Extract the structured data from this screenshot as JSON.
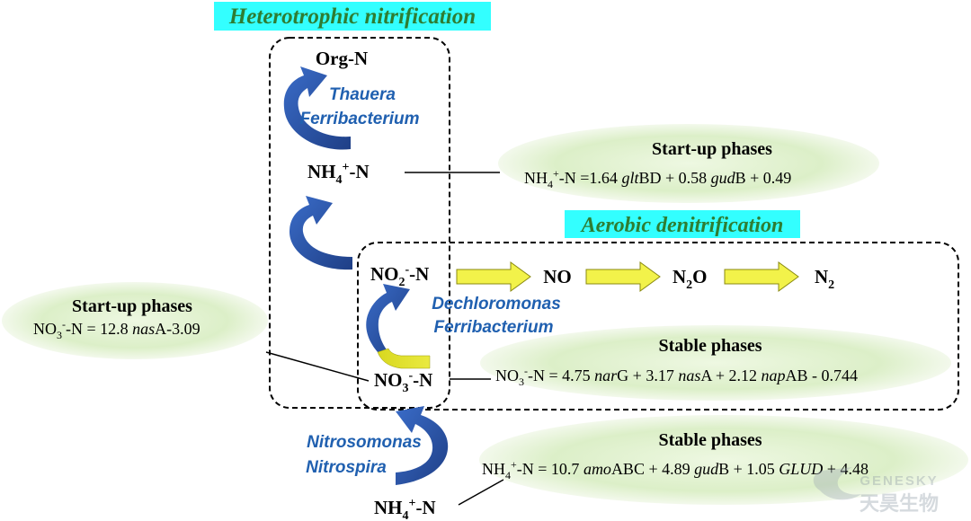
{
  "titles": {
    "heterotrophic": "Heterotrophic nitrification",
    "aerobic": "Aerobic denitrification"
  },
  "species": {
    "org_n": "Org-N",
    "nh4_main_base": "NH",
    "nh4_sub": "4",
    "nh4_sup": "+",
    "nh4_tail": "-N",
    "no2_base": "NO",
    "no2_sub": "2",
    "no2_sup": "-",
    "no2_tail": "-N",
    "no3_base": "NO",
    "no3_sub": "3",
    "no3_sup": "-",
    "no3_tail": "-N",
    "no": "NO",
    "n2o_base": "N",
    "n2o_sub": "2",
    "n2o_tail": "O",
    "n2_base": "N",
    "n2_sub": "2"
  },
  "bacteria": {
    "thauera": "Thauera",
    "ferribacterium": "Ferribacterium",
    "dechloromonas": "Dechloromonas",
    "nitrosomonas": "Nitrosomonas",
    "nitrospira": "Nitrospira"
  },
  "equations": {
    "startup_nh4": {
      "label": "Start-up phases",
      "p1": "NH",
      "p2": "4",
      "p3": "+",
      "p4": "-N =1.64 ",
      "p5": "glt",
      "p6": "BD + 0.58 ",
      "p7": "gud",
      "p8": "B + 0.49"
    },
    "startup_no3": {
      "label": "Start-up phases",
      "p1": "NO",
      "p2": "3",
      "p3": "-",
      "p4": "-N = 12.8 ",
      "p5": "nas",
      "p6": "A-3.09"
    },
    "stable_no3": {
      "label": "Stable phases",
      "p1": "NO",
      "p2": "3",
      "p3": "-",
      "p4": "-N = 4.75 ",
      "p5": "nar",
      "p6": "G + 3.17 ",
      "p7": "nas",
      "p8": "A + 2.12 ",
      "p9": "nap",
      "p10": "AB - 0.744"
    },
    "stable_nh4": {
      "label": "Stable phases",
      "p1": "NH",
      "p2": "4",
      "p3": "+",
      "p4": "-N = 10.7 ",
      "p5": "amo",
      "p6": "ABC + 4.89 ",
      "p7": "gud",
      "p8": "B + 1.05 ",
      "p9": "GLUD",
      "p10": " + 4.48"
    }
  },
  "watermark": {
    "latin": "GENESKY",
    "cjk": "天昊生物"
  },
  "colors": {
    "title_bg": "#33ffff",
    "title_text": "#2e7d32",
    "bacteria_text": "#2060b0",
    "arrow_blue": "#2c4f9a",
    "arrow_yellow": "#f2f24a",
    "ellipse_fill": "#dcefc8"
  }
}
